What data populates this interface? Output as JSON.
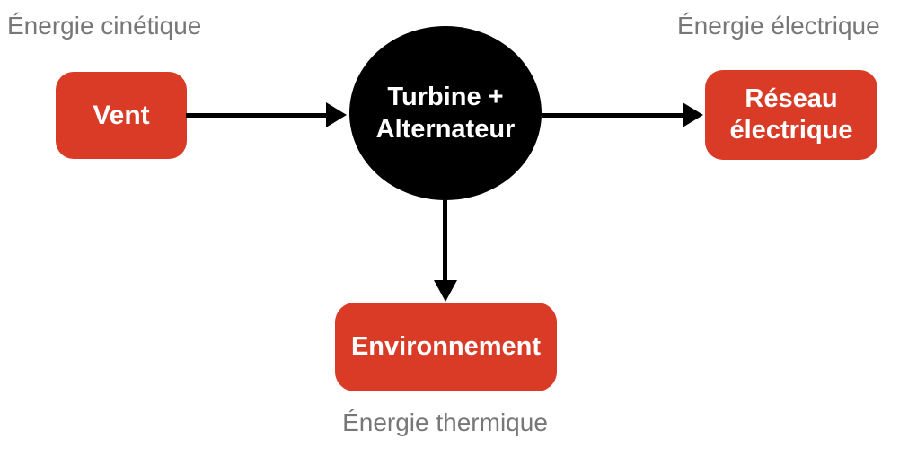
{
  "diagram": {
    "labels": {
      "kinetic": "Énergie cinétique",
      "electric": "Énergie électrique",
      "thermal": "Énergie thermique"
    },
    "nodes": {
      "vent": {
        "label": "Vent"
      },
      "turbine": {
        "line1": "Turbine +",
        "line2": "Alternateur"
      },
      "reseau": {
        "line1": "Réseau",
        "line2": "électrique"
      },
      "environnement": {
        "label": "Environnement"
      }
    },
    "colors": {
      "box_red": "#D93B27",
      "node_black": "#000000",
      "label_gray": "#777777",
      "arrow_black": "#000000",
      "text_white": "#FFFFFF",
      "background": "#FFFFFF"
    }
  }
}
